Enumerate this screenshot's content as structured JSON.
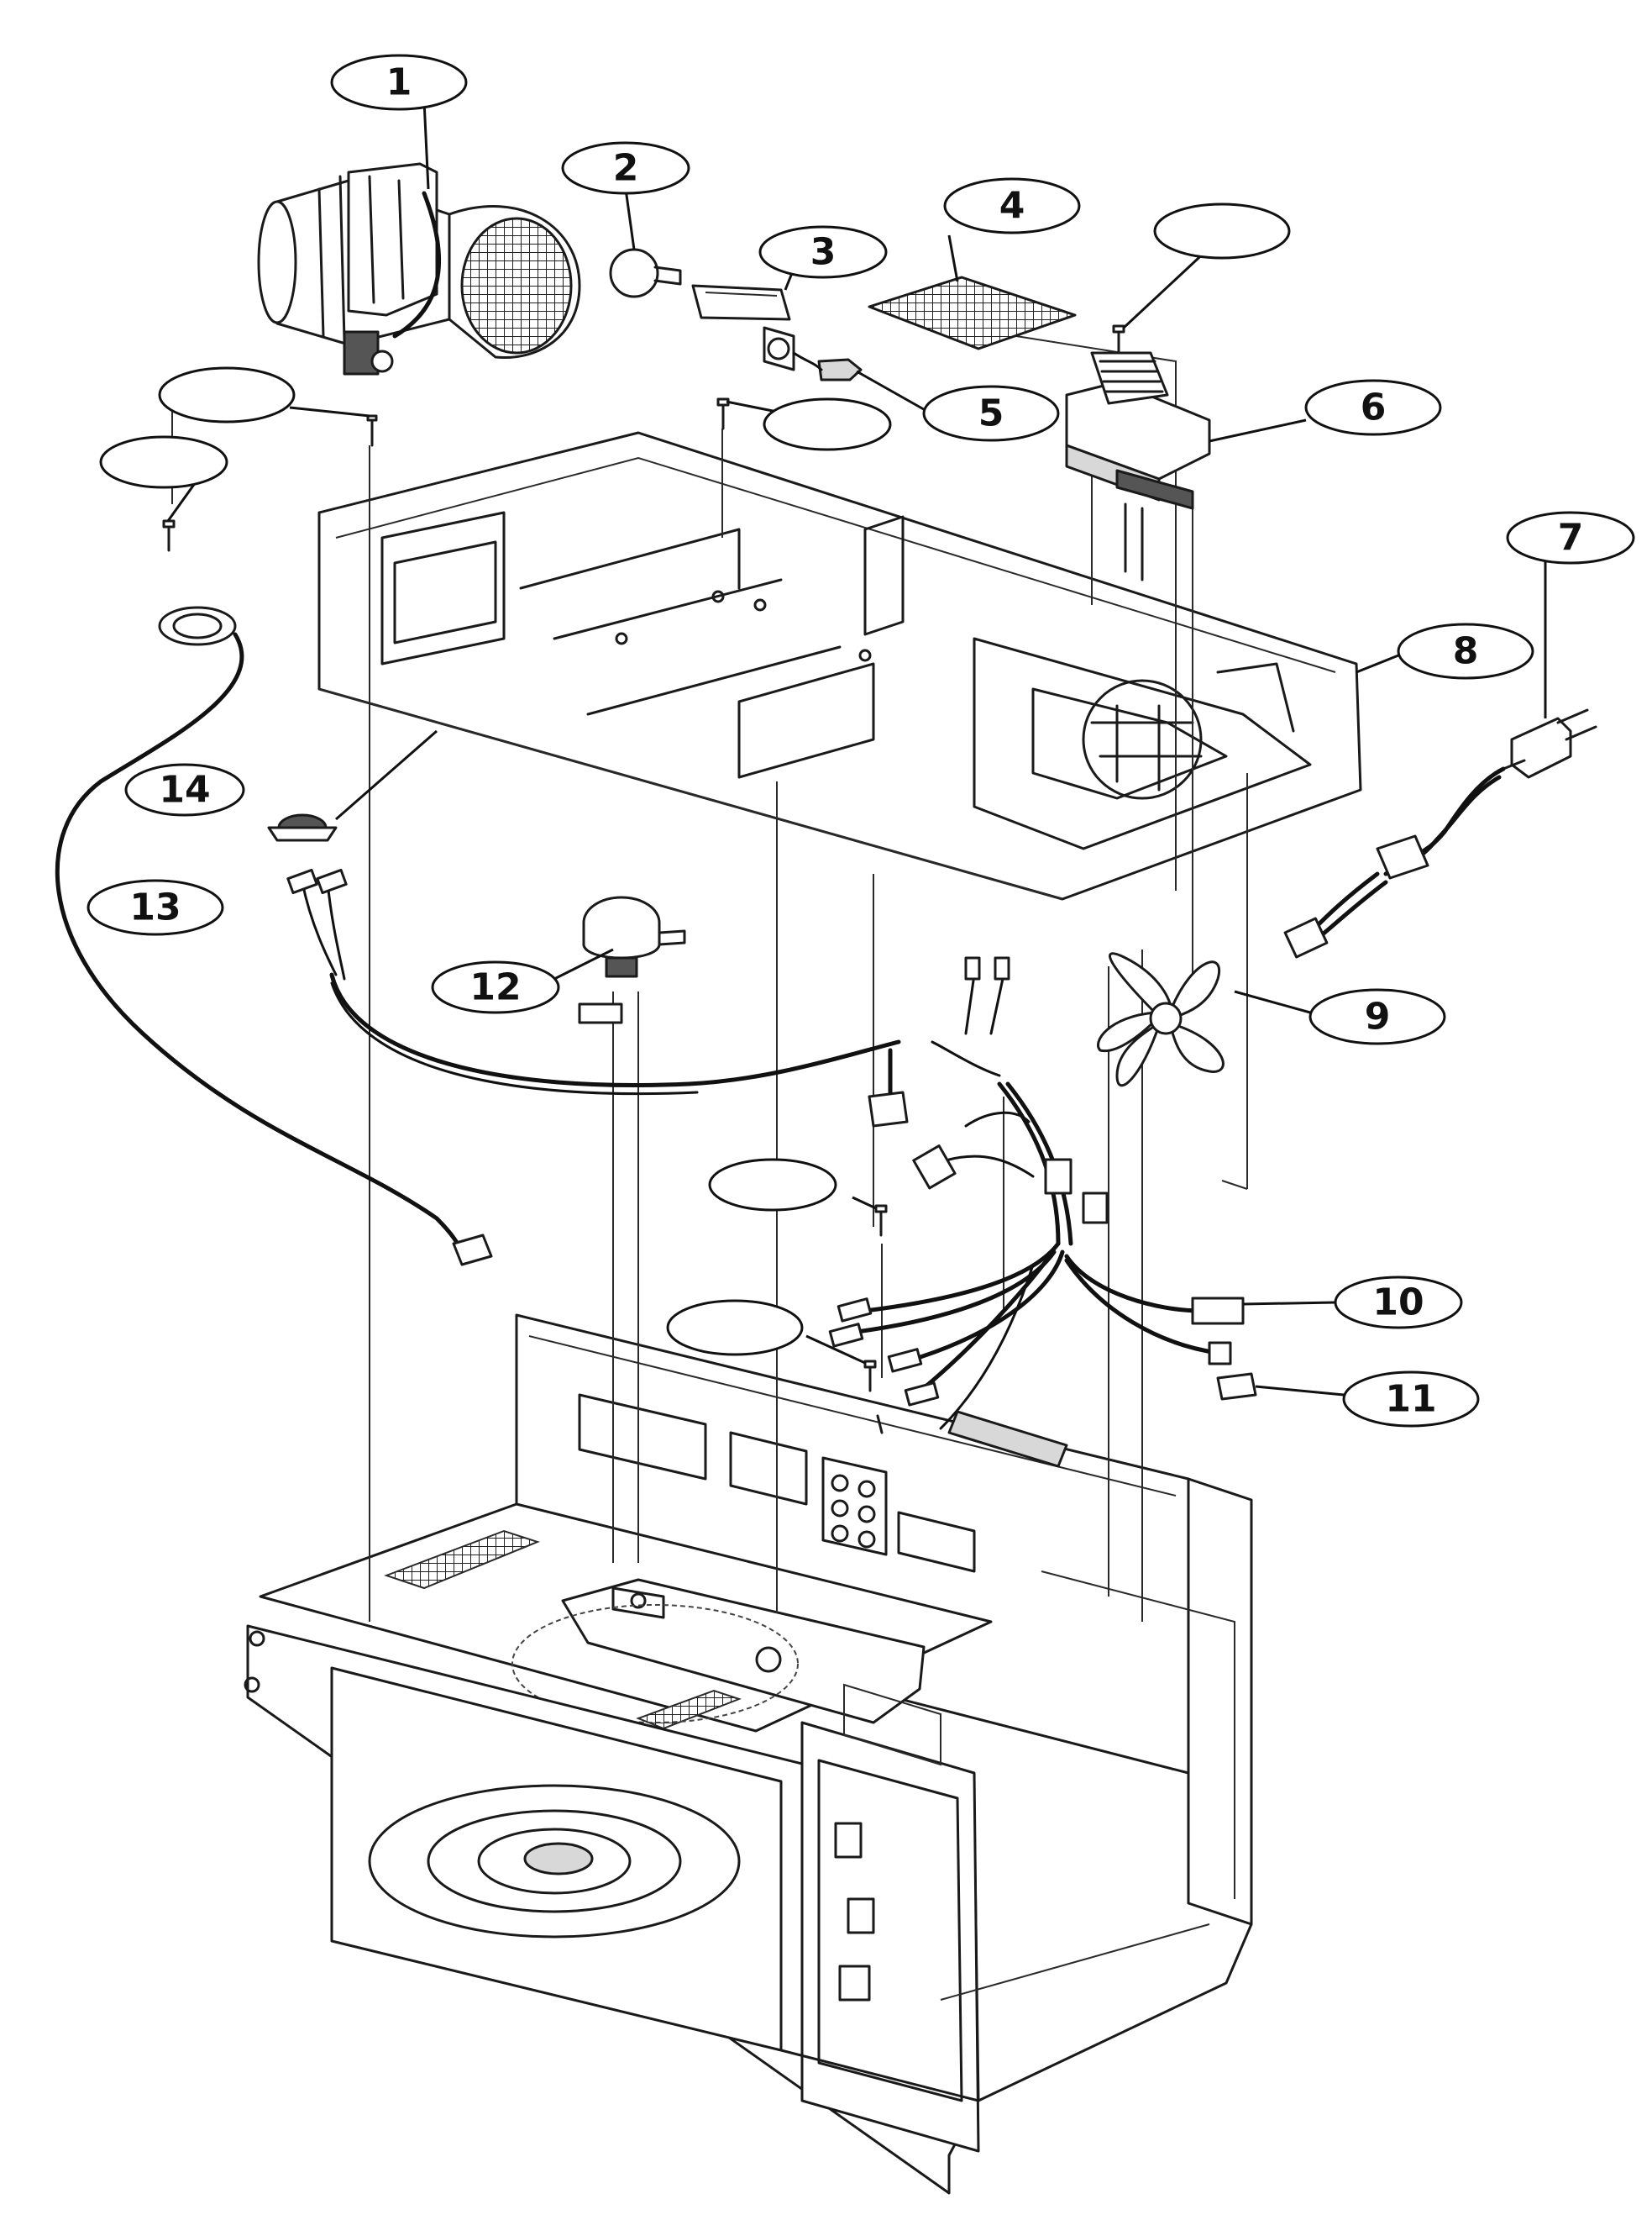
{
  "callouts": [
    {
      "id": "c1",
      "label": "1"
    },
    {
      "id": "c2",
      "label": "2"
    },
    {
      "id": "c3",
      "label": "3"
    },
    {
      "id": "c4",
      "label": "4"
    },
    {
      "id": "c5",
      "label": "5"
    },
    {
      "id": "c6",
      "label": "6"
    },
    {
      "id": "c7",
      "label": "7"
    },
    {
      "id": "c8",
      "label": "8"
    },
    {
      "id": "c9",
      "label": "9"
    },
    {
      "id": "c10",
      "label": "10"
    },
    {
      "id": "c11",
      "label": "11"
    },
    {
      "id": "c12",
      "label": "12"
    },
    {
      "id": "c13",
      "label": "13"
    },
    {
      "id": "c14",
      "label": "14"
    },
    {
      "id": "b1",
      "label": ""
    },
    {
      "id": "b2",
      "label": ""
    },
    {
      "id": "b3",
      "label": ""
    },
    {
      "id": "b4",
      "label": ""
    },
    {
      "id": "b5",
      "label": ""
    },
    {
      "id": "b6",
      "label": ""
    }
  ]
}
